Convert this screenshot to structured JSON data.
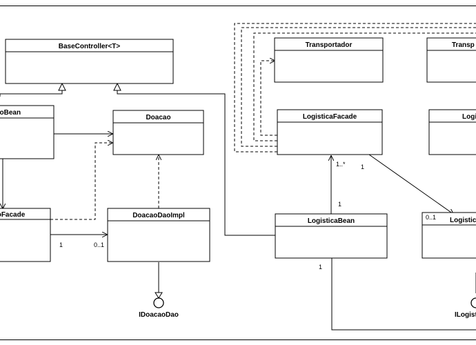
{
  "diagram": {
    "classes": {
      "base_controller": "BaseController<T>",
      "doacao_bean": "aoBean",
      "doacao": "Doacao",
      "doacao_facade": "oFacade",
      "doacao_dao_impl": "DoacaoDaoImpl",
      "transportador": "Transportador",
      "transp_right": "Transp",
      "logistica_facade": "LogisticaFacade",
      "logi_right": "Logi",
      "logistica_bean": "LogisticaBean",
      "logistica_right": "Logistica"
    },
    "interfaces": {
      "idoacao_dao": "IDoacaoDao",
      "ilogist_right": "ILogist"
    },
    "multiplicities": {
      "facade_to_dao_src": "1",
      "facade_to_dao_dst": "0..1",
      "lbean_to_lfacade_dst": "1..*",
      "lbean_to_lfacade_src": "1",
      "lfacade_to_lright_src": "1",
      "lfacade_to_lright_dst": "0..1",
      "lbean_to_ilogist": "1"
    }
  }
}
